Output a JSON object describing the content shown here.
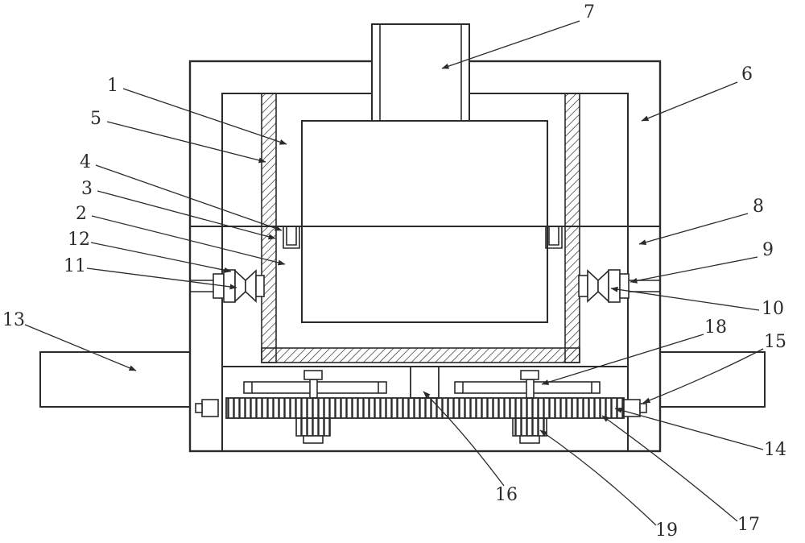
{
  "figure": {
    "labels": [
      "1",
      "2",
      "3",
      "4",
      "5",
      "6",
      "7",
      "8",
      "9",
      "10",
      "11",
      "12",
      "13",
      "14",
      "15",
      "16",
      "17",
      "18",
      "19"
    ]
  },
  "colors": {
    "line_color": "#2b2b2b",
    "background": "#ffffff"
  }
}
